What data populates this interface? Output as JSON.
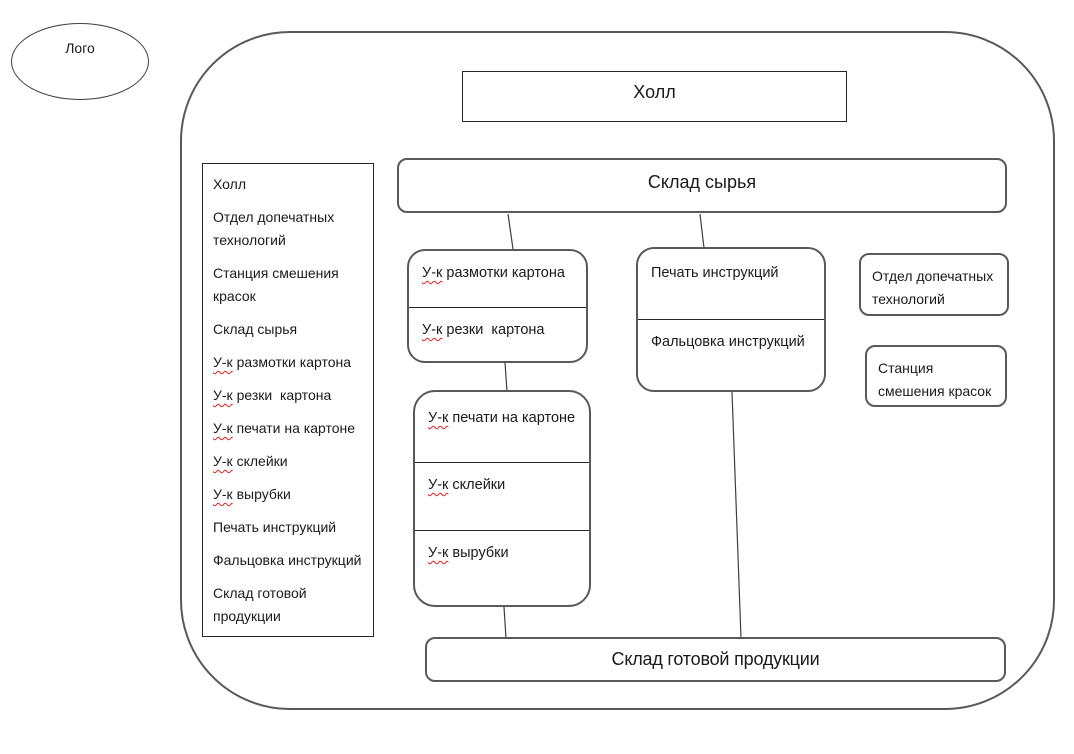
{
  "logo": {
    "label": "Лого"
  },
  "hall": {
    "label": "Холл"
  },
  "raw_warehouse": {
    "label": "Склад сырья"
  },
  "finished_warehouse": {
    "label": "Склад готовой продукции"
  },
  "room_list": {
    "items": [
      "Холл",
      "Отдел допечатных технологий",
      "Станция смешения красок",
      "Склад сырья",
      "У-к размотки картона",
      "У-к резки  картона",
      "У-к печати на картоне",
      "У-к склейки",
      "У-к вырубки",
      "Печать инструкций",
      "Фальцовка инструкций",
      "Склад готовой продукции"
    ]
  },
  "units": {
    "carton_prep": {
      "sections": [
        "У-к размотки картона",
        "У-к резки  картона"
      ]
    },
    "instructions": {
      "sections": [
        "Печать инструкций",
        "Фальцовка инструкций"
      ]
    },
    "carton_finish": {
      "sections": [
        "У-к печати на картоне",
        "У-к склейки",
        "У-к вырубки"
      ]
    }
  },
  "rooms": {
    "prepress_dept": {
      "label": "Отдел допечатных технологий"
    },
    "ink_station": {
      "label": "Станция смешения красок"
    }
  },
  "colors": {
    "shape_border_gray": "#595959",
    "thin_border_dark": "#262626",
    "spellcheck_red": "#e31b1b",
    "text": "#1a1a1a",
    "background": "#ffffff"
  }
}
